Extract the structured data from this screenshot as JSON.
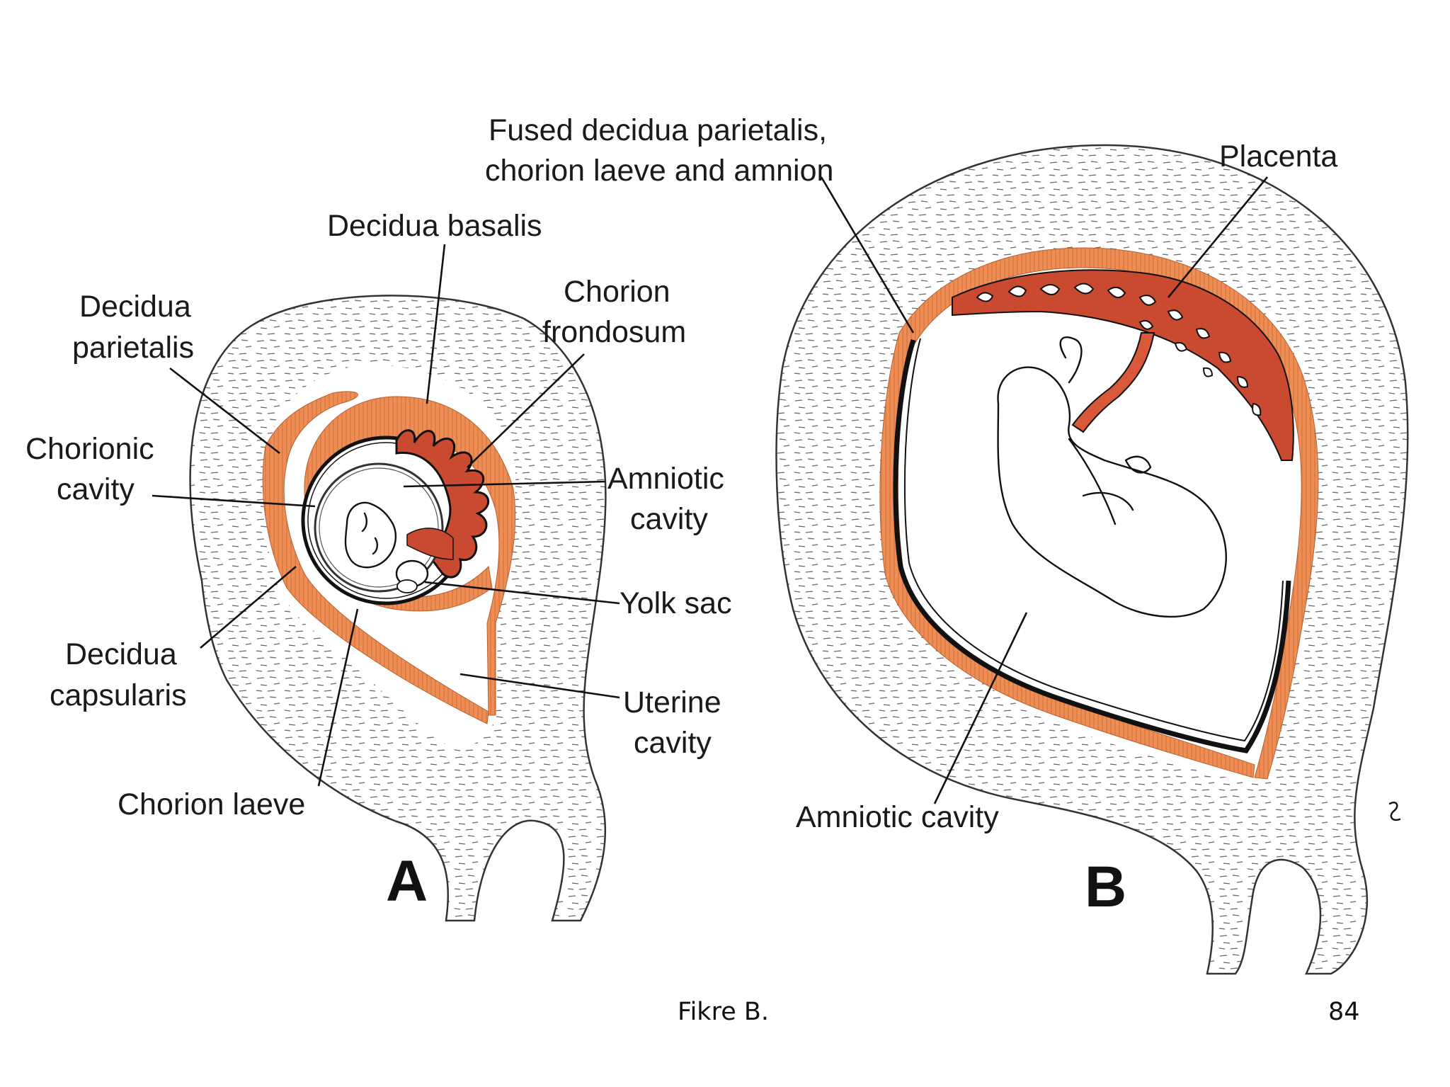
{
  "diagram_a": {
    "panel_letter": "A",
    "labels": {
      "decidua_basalis": "Decidua basalis",
      "decidua_parietalis": [
        "Decidua",
        "parietalis"
      ],
      "chorion_frondosum": [
        "Chorion",
        "frondosum"
      ],
      "chorionic_cavity": [
        "Chorionic",
        "cavity"
      ],
      "amniotic_cavity": [
        "Amniotic",
        "cavity"
      ],
      "yolk_sac": "Yolk sac",
      "decidua_capsularis": [
        "Decidua",
        "capsularis"
      ],
      "uterine_cavity": [
        "Uterine",
        "cavity"
      ],
      "chorion_laeve": "Chorion laeve"
    }
  },
  "diagram_b": {
    "panel_letter": "B",
    "labels": {
      "fused_membranes": [
        "Fused decidua parietalis,",
        "chorion laeve and amnion"
      ],
      "placenta": "Placenta",
      "amniotic_cavity": "Amniotic cavity"
    }
  },
  "colors": {
    "decidua_orange": "#ee8d55",
    "chorion_red": "#c94a30",
    "myometrium_stroke": "#555555",
    "ink": "#111111"
  },
  "footer": {
    "author": "Fikre B.",
    "page_number": "84"
  }
}
